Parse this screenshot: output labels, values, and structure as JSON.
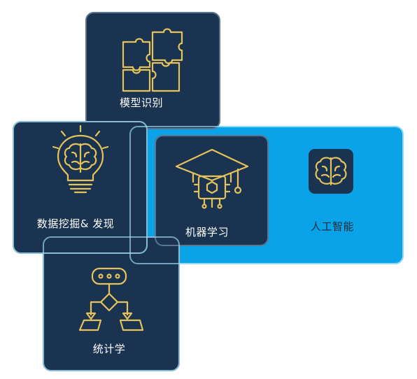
{
  "nodes": {
    "pattern_recognition": {
      "label": "模型识别",
      "icon": "puzzle-icon"
    },
    "data_mining": {
      "label": "数据挖掘& 发现",
      "icon": "lightbulb-brain-icon"
    },
    "machine_learning": {
      "label": "机器学习",
      "icon": "graduation-cap-chip-icon"
    },
    "ai": {
      "label": "人工智能",
      "icon": "brain-icon"
    },
    "statistics": {
      "label": "统计学",
      "icon": "flowchart-icon"
    }
  },
  "colors": {
    "dark_card": "#1a3350",
    "ai_card": "#0aa3e8",
    "icon_gold": "#e6c25a"
  }
}
